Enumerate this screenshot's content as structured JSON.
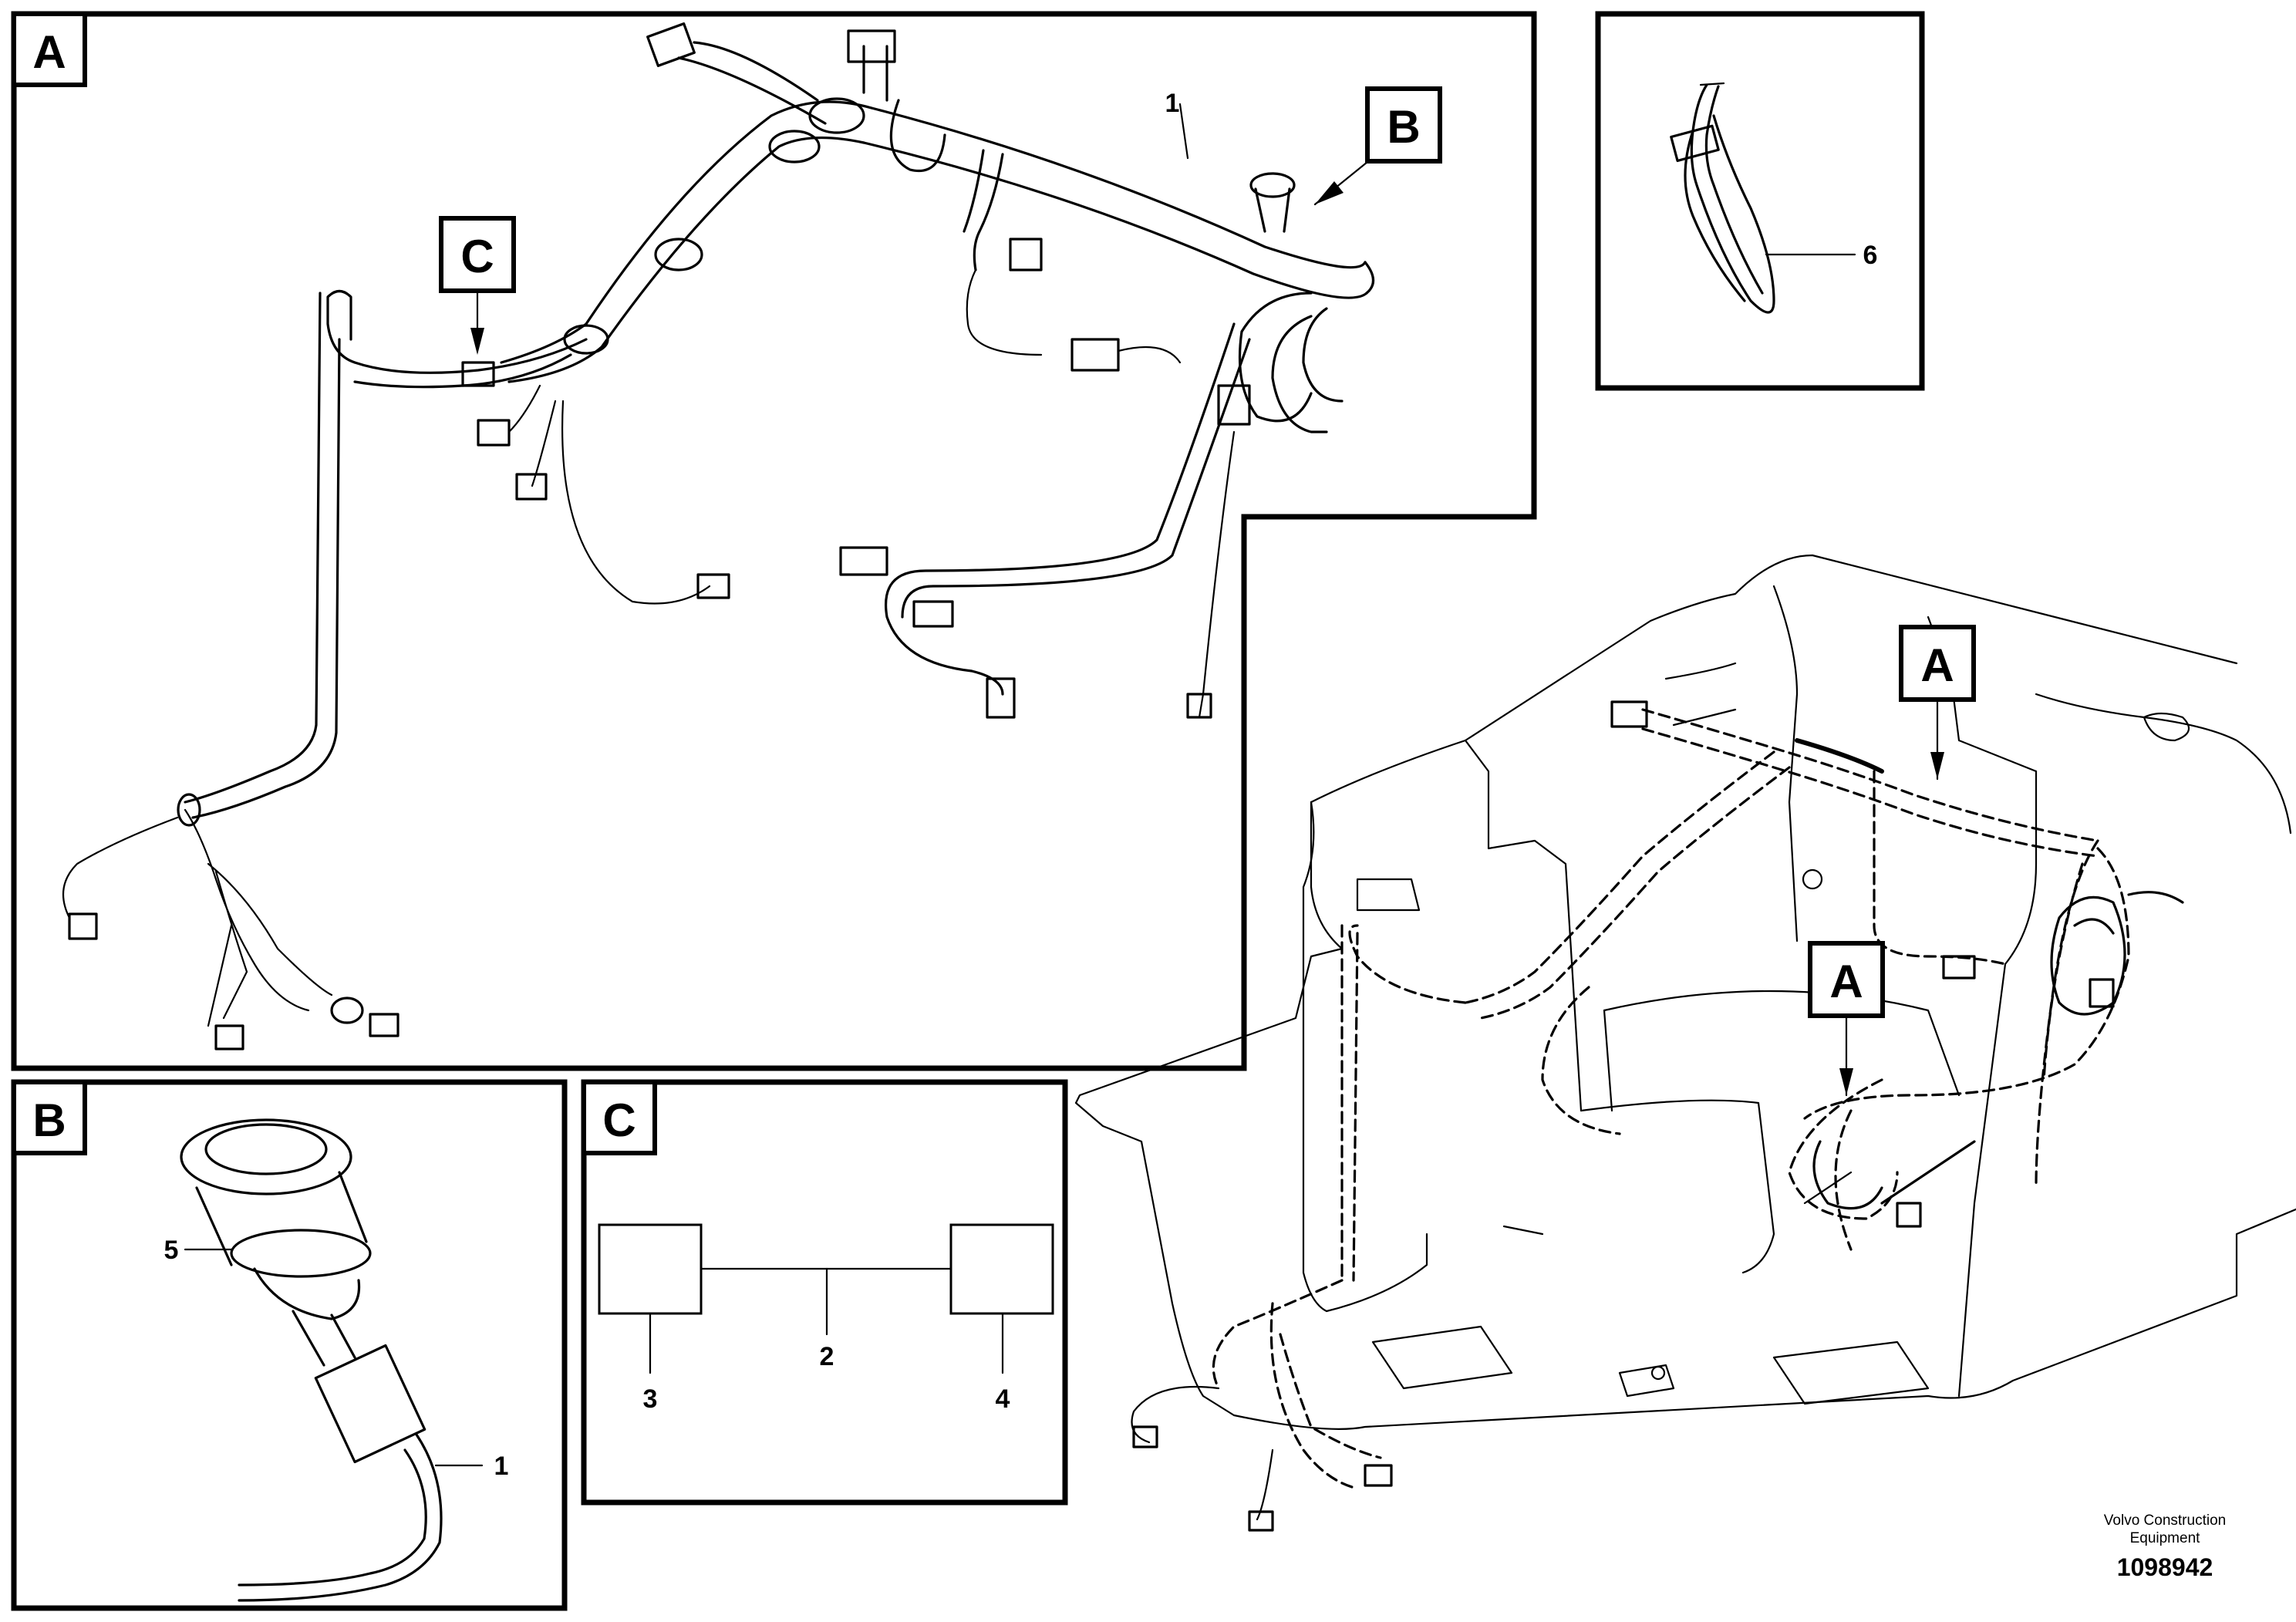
{
  "tags": {
    "a": "A",
    "b": "B",
    "c": "C"
  },
  "items": {
    "harness": "1",
    "cable": "2",
    "component_left": "3",
    "component_right": "4",
    "socket": "5",
    "cable_tie": "6"
  },
  "credit": {
    "line1": "Volvo Construction",
    "line2": "Equipment",
    "doc_number": "1098942"
  }
}
